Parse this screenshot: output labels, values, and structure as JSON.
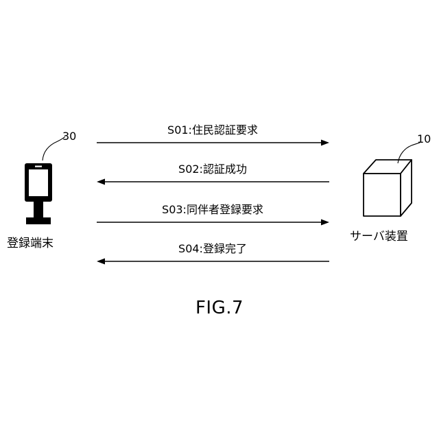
{
  "figure": {
    "caption": "FIG.7"
  },
  "registration_terminal": {
    "label": "登録端末",
    "ref_number": "30",
    "icon": "kiosk-terminal-icon"
  },
  "server_device": {
    "label": "サーバ装置",
    "ref_number": "10",
    "icon": "server-box-icon"
  },
  "messages": [
    {
      "step": "S01",
      "text": "S01:住民認証要求",
      "direction": "terminal-to-server"
    },
    {
      "step": "S02",
      "text": "S02:認証成功",
      "direction": "server-to-terminal"
    },
    {
      "step": "S03",
      "text": "S03:同伴者登録要求",
      "direction": "terminal-to-server"
    },
    {
      "step": "S04",
      "text": "S04:登録完了",
      "direction": "server-to-terminal"
    }
  ]
}
